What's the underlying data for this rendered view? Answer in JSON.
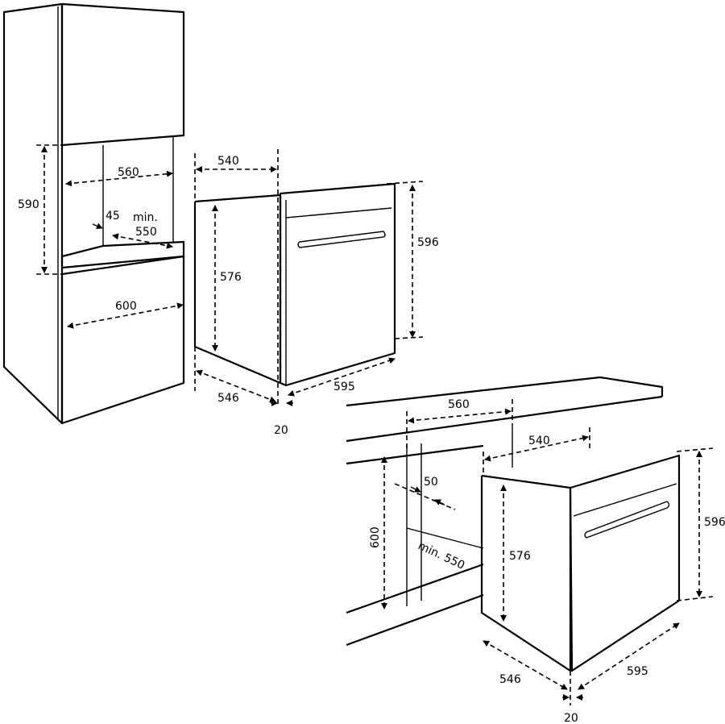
{
  "tall_unit": {
    "height_label": "590",
    "width_label": "560",
    "gap_label": "45",
    "depth_label_line1": "min.",
    "depth_label_line2": "550",
    "cabinet_width_label": "600"
  },
  "oven_side": {
    "depth_label": "540",
    "body_height_label": "576",
    "front_height_label": "596",
    "body_depth_label": "546",
    "front_width_label": "595",
    "front_thickness_label": "20"
  },
  "under_counter": {
    "width_label": "560",
    "depth_label": "540",
    "gap_label": "50",
    "height_label": "600",
    "min_depth_label": "min. 550",
    "body_height_label": "576",
    "front_height_label": "596",
    "body_depth_label": "546",
    "front_width_label": "595",
    "front_thickness_label": "20"
  }
}
